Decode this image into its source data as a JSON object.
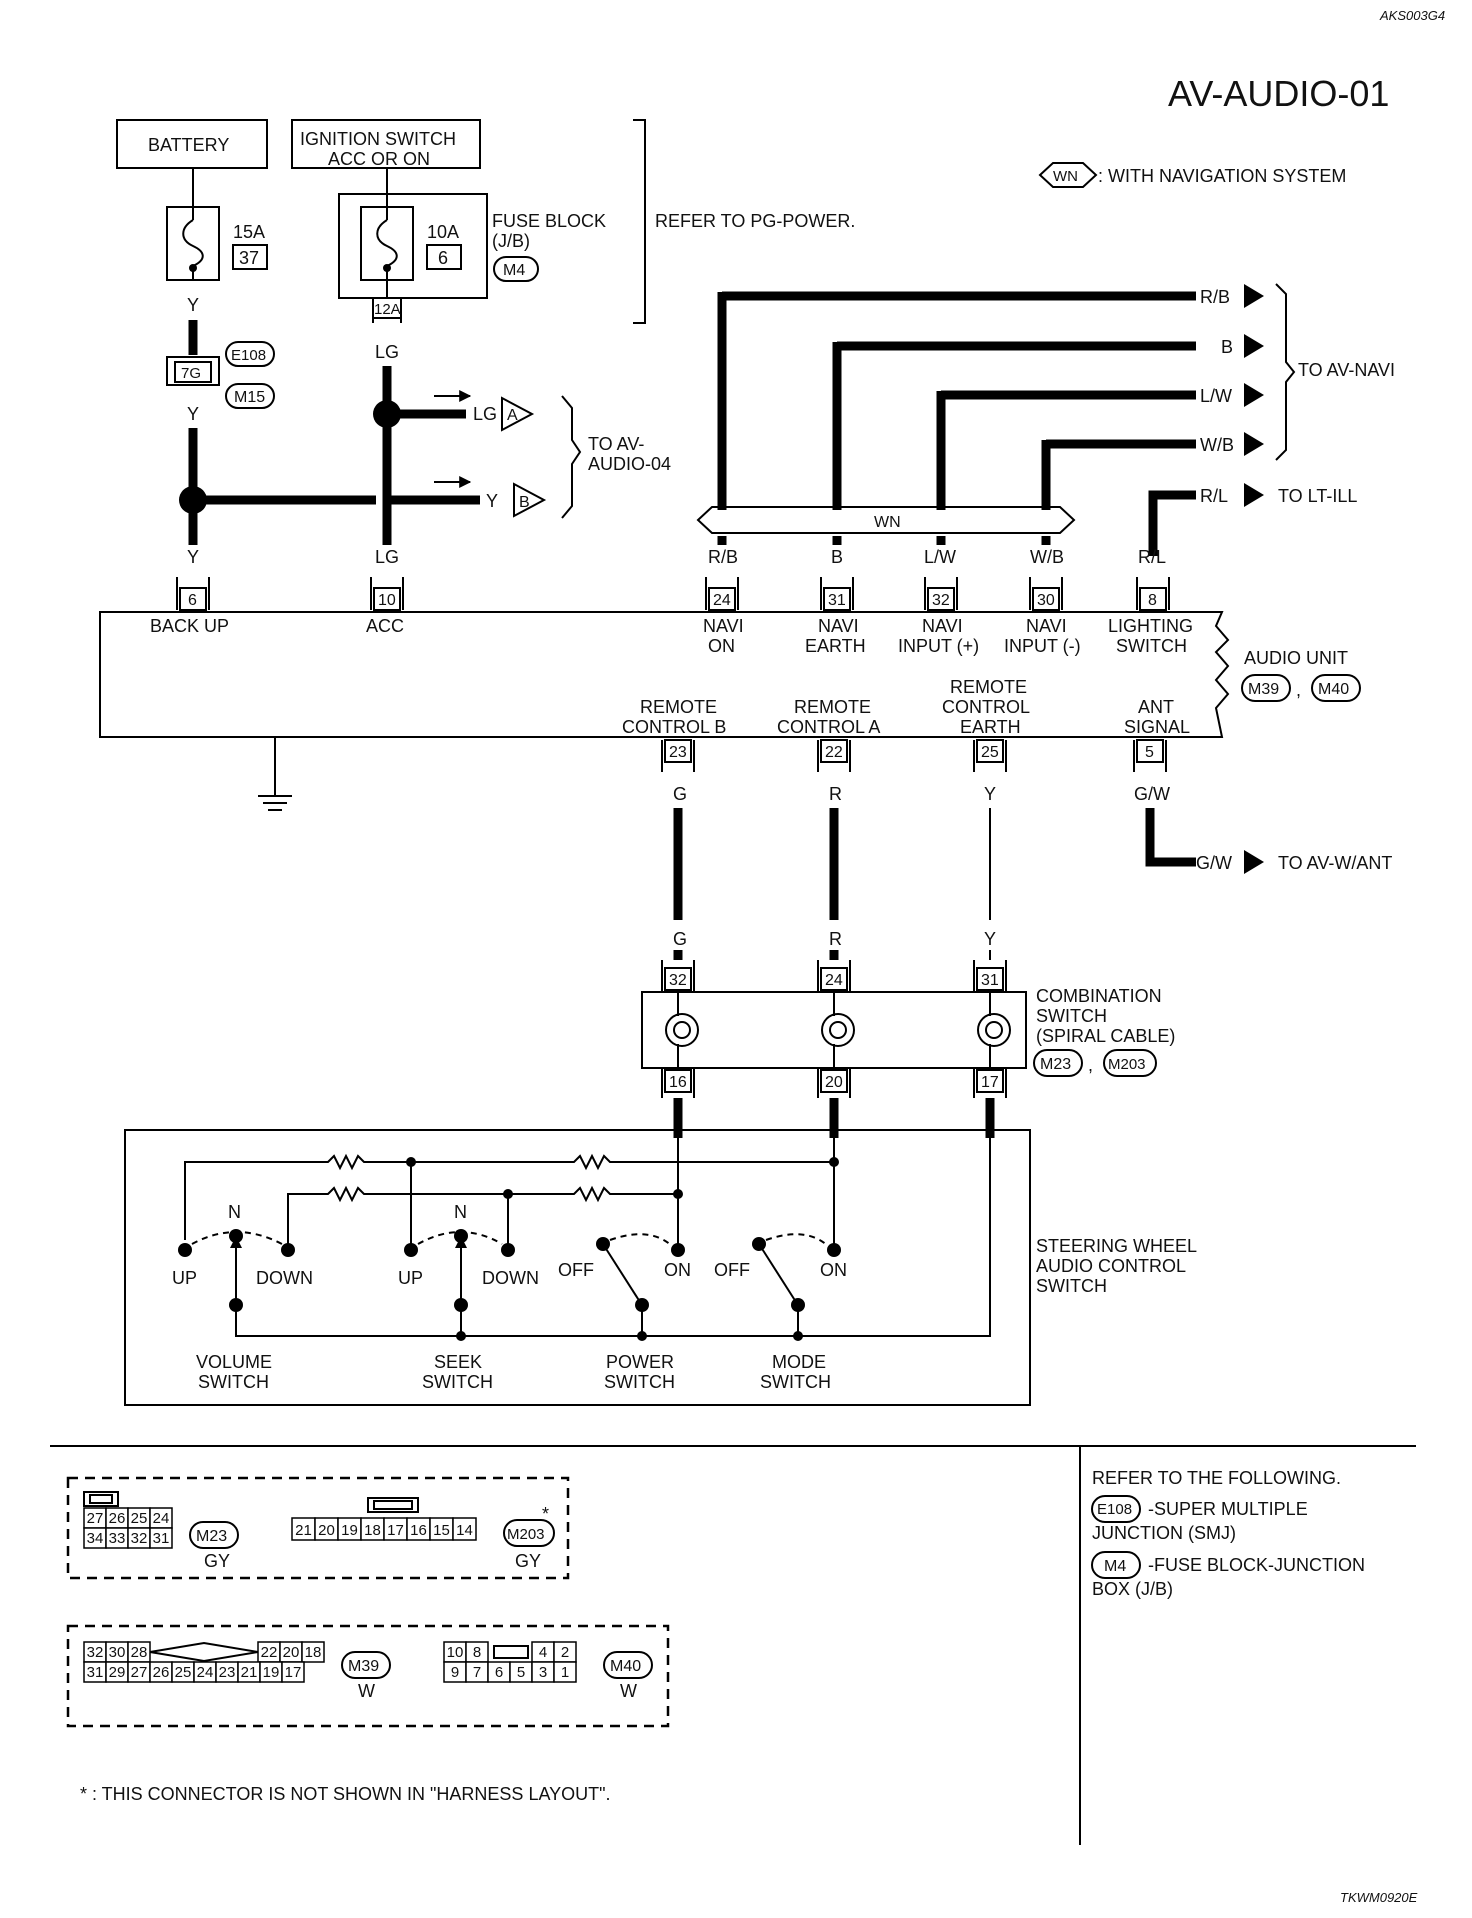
{
  "header": {
    "doc_code": "AKS003G4",
    "page_title": "AV-AUDIO-01",
    "legend_symbol": "WN",
    "legend_text": ": WITH NAVIGATION SYSTEM"
  },
  "power": {
    "battery_label": "BATTERY",
    "ign_line1": "IGNITION SWITCH",
    "ign_line2": "ACC OR ON",
    "fuse_battery_amp": "15A",
    "fuse_battery_num": "37",
    "fuse_ign_amp": "10A",
    "fuse_ign_num": "6",
    "fuse_block_line1": "FUSE BLOCK",
    "fuse_block_line2": "(J/B)",
    "fuse_block_conn": "M4",
    "refer_pg": "REFER TO PG-POWER.",
    "fb_terminal": "12A",
    "conn_7g": "7G",
    "conn_e108": "E108",
    "conn_m15": "M15"
  },
  "wires": {
    "y": "Y",
    "lg": "LG",
    "rb": "R/B",
    "b": "B",
    "lw": "L/W",
    "wb": "W/B",
    "rl": "R/L",
    "gw": "G/W",
    "g": "G",
    "r": "R",
    "wn": "WN"
  },
  "offpage": {
    "to_av_audio_04_line1": "TO AV-",
    "to_av_audio_04_line2": "AUDIO-04",
    "conn_a": "A",
    "conn_b": "B",
    "to_av_navi": "TO AV-NAVI",
    "to_lt_ill": "TO LT-ILL",
    "to_av_want": "TO AV-W/ANT"
  },
  "audio_unit": {
    "label": "AUDIO UNIT",
    "conn1": "M39",
    "conn2": "M40",
    "comma": ",",
    "top_terminals": [
      {
        "num": "6",
        "name1": "BACK UP",
        "name2": ""
      },
      {
        "num": "10",
        "name1": "ACC",
        "name2": ""
      },
      {
        "num": "24",
        "name1": "NAVI",
        "name2": "ON"
      },
      {
        "num": "31",
        "name1": "NAVI",
        "name2": "EARTH"
      },
      {
        "num": "32",
        "name1": "NAVI",
        "name2": "INPUT (+)"
      },
      {
        "num": "30",
        "name1": "NAVI",
        "name2": "INPUT (-)"
      },
      {
        "num": "8",
        "name1": "LIGHTING",
        "name2": "SWITCH"
      }
    ],
    "bottom_terminals": [
      {
        "num": "23",
        "name1": "REMOTE",
        "name2": "CONTROL B",
        "name0": ""
      },
      {
        "num": "22",
        "name1": "REMOTE",
        "name2": "CONTROL A",
        "name0": ""
      },
      {
        "num": "25",
        "name1": "CONTROL",
        "name2": "EARTH",
        "name0": "REMOTE"
      },
      {
        "num": "5",
        "name1": "ANT",
        "name2": "SIGNAL",
        "name0": ""
      }
    ]
  },
  "combination_switch": {
    "line1": "COMBINATION",
    "line2": "SWITCH",
    "line3": "(SPIRAL CABLE)",
    "conn1": "M23",
    "conn2": "M203",
    "top_terminals": [
      "32",
      "24",
      "31"
    ],
    "bottom_terminals": [
      "16",
      "20",
      "17"
    ]
  },
  "steering_switch": {
    "line1": "STEERING WHEEL",
    "line2": "AUDIO CONTROL",
    "line3": "SWITCH",
    "n": "N",
    "up": "UP",
    "down": "DOWN",
    "off": "OFF",
    "on": "ON",
    "volume1": "VOLUME",
    "seek1": "SEEK",
    "power1": "POWER",
    "mode1": "MODE",
    "switch": "SWITCH"
  },
  "connectors": {
    "m23": {
      "name": "M23",
      "color": "GY",
      "row1": [
        "27",
        "26",
        "25",
        "24"
      ],
      "row2": [
        "34",
        "33",
        "32",
        "31"
      ]
    },
    "m203": {
      "name": "M203",
      "color": "GY",
      "star": "*",
      "row": [
        "21",
        "20",
        "19",
        "18",
        "17",
        "16",
        "15",
        "14"
      ]
    },
    "m39": {
      "name": "M39",
      "color": "W",
      "row1_left": [
        "32",
        "30",
        "28"
      ],
      "row1_right": [
        "22",
        "20",
        "18"
      ],
      "row2": [
        "31",
        "29",
        "27",
        "26",
        "25",
        "24",
        "23",
        "21",
        "19",
        "17"
      ]
    },
    "m40": {
      "name": "M40",
      "color": "W",
      "row1_left": [
        "10",
        "8"
      ],
      "row1_right": [
        "4",
        "2"
      ],
      "row2": [
        "9",
        "7",
        "6",
        "5",
        "3",
        "1"
      ]
    }
  },
  "refer": {
    "title": "REFER TO THE FOLLOWING.",
    "e108": "E108",
    "e108_text1": "-SUPER MULTIPLE",
    "e108_text2": "JUNCTION (SMJ)",
    "m4": "M4",
    "m4_text1": "-FUSE BLOCK-JUNCTION",
    "m4_text2": "BOX (J/B)"
  },
  "footnote": {
    "star": "*",
    "text": ": THIS CONNECTOR IS NOT SHOWN IN \"HARNESS LAYOUT\"."
  },
  "footer": {
    "code": "TKWM0920E"
  }
}
